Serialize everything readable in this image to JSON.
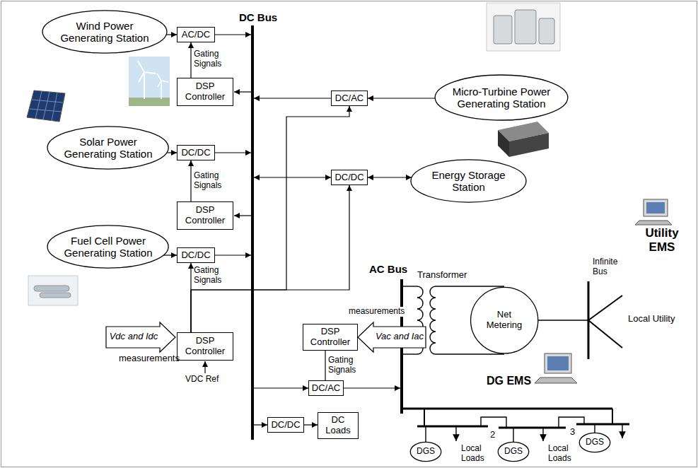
{
  "diagram": {
    "nodes": [
      {
        "text": [
          "Wind Power Generating Station"
        ]
      },
      {
        "text": [
          "AC/DC"
        ]
      },
      {
        "text": [
          "DSP Controller"
        ]
      },
      {
        "text": [
          "Solar Power Generating Station"
        ]
      },
      {
        "text": [
          "DC/DC"
        ]
      },
      {
        "text": [
          "DSP Controller"
        ]
      },
      {
        "text": [
          "Fuel Cell Power Generating Station"
        ]
      },
      {
        "text": [
          "DC/DC"
        ]
      },
      {
        "text": [
          "DSP Controller"
        ]
      },
      {
        "text": [
          "DC/AC"
        ]
      },
      {
        "text": [
          "Micro-Turbine Power Generating Station"
        ]
      },
      {
        "text": [
          "DC/DC"
        ]
      },
      {
        "text": [
          "Energy Storage Station"
        ]
      },
      {
        "text": [
          "DSP Controller"
        ]
      },
      {
        "text": [
          "DC/AC"
        ]
      },
      {
        "text": [
          "DC/DC"
        ]
      },
      {
        "text": [
          "DC Loads"
        ]
      },
      {
        "text": [
          "Net Metering"
        ]
      },
      {
        "text": [
          "DGS"
        ]
      },
      {
        "text": [
          "DGS"
        ]
      },
      {
        "text": [
          "DGS"
        ]
      }
    ],
    "edges": [
      {
        "from": 0,
        "to": 1,
        "arrow": "to"
      },
      {
        "from": 2,
        "to": 1,
        "label": "Gating Signals",
        "arrow": "to"
      },
      {
        "from": 3,
        "to": 4,
        "arrow": "to"
      },
      {
        "from": 5,
        "to": 4,
        "label": "Gating Signals",
        "arrow": "to"
      },
      {
        "from": 6,
        "to": 7,
        "arrow": "to"
      },
      {
        "from": 8,
        "to": 7,
        "label": "Gating Signals",
        "arrow": "to"
      },
      {
        "from": 10,
        "to": 9,
        "arrow": "to"
      },
      {
        "from": 12,
        "to": 11,
        "arrow": "both"
      },
      {
        "from": 15,
        "to": 16,
        "arrow": "to"
      },
      {
        "from": 13,
        "to": 14,
        "label": "Gating Signals",
        "arrow": "to"
      },
      {
        "from": 8,
        "to": 9,
        "arrow": "to"
      },
      {
        "from": 8,
        "to": 11,
        "arrow": "to"
      }
    ],
    "labels": [
      "DC Bus",
      "Vdc and Idc",
      "measurements",
      "VDC Ref",
      "Utility EMS",
      "AC Bus",
      "Transformer",
      "Infinite Bus",
      "Local Utility",
      "measurements",
      "Vac and Iac",
      "DG EMS",
      "Local Loads",
      "2",
      "Local Loads",
      "3"
    ]
  }
}
